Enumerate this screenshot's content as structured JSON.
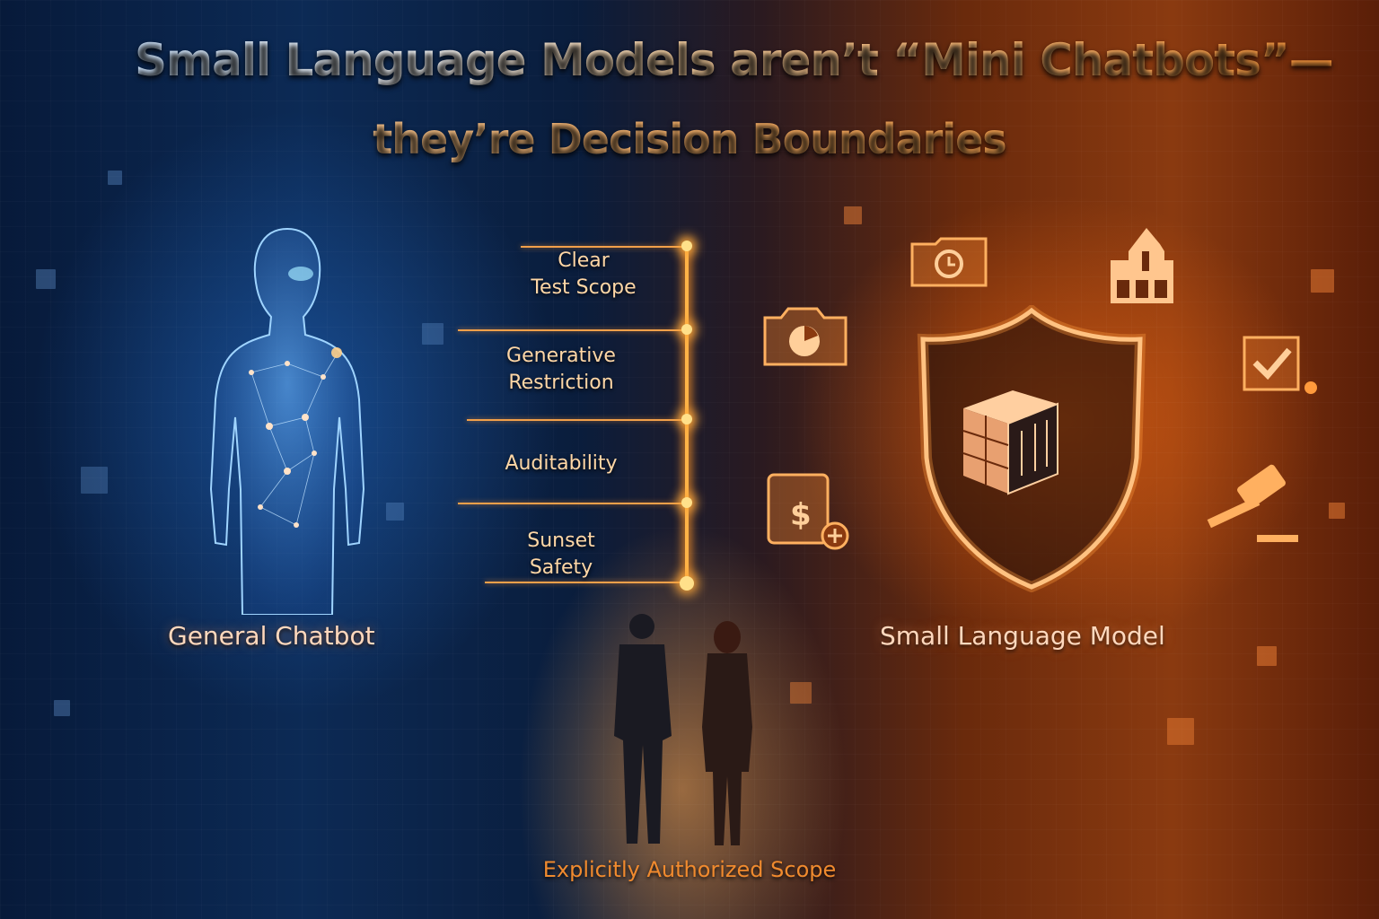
{
  "title": {
    "line1": "Small Language Models aren’t “Mini Chatbots”—",
    "line2": "they’re Decision Boundaries"
  },
  "left": {
    "caption": "General Chatbot",
    "figure_icon": "holographic-human-figure"
  },
  "right": {
    "caption": "Small Language Model",
    "center_icon": "shield-with-cube",
    "icons": [
      "folder-clock-icon",
      "building-icon",
      "camera-chart-icon",
      "checkbox-check-icon",
      "document-dollar-plus-icon",
      "gavel-icon"
    ]
  },
  "boundaries": [
    {
      "line1": "Clear",
      "line2": "Test Scope"
    },
    {
      "line1": "Generative",
      "line2": "Restriction"
    },
    {
      "line1": "Auditability",
      "line2": ""
    },
    {
      "line1": "Sunset",
      "line2": "Safety"
    }
  ],
  "bottom": {
    "caption": "Explicitly Authorized Scope",
    "figures": "two-business-people-silhouette"
  },
  "colors": {
    "blue_side": "#0c2a55",
    "orange_side": "#8a3a10",
    "accent_orange": "#ffb347",
    "label_text": "#ffd7a6",
    "scope_text": "#f08a2e"
  }
}
